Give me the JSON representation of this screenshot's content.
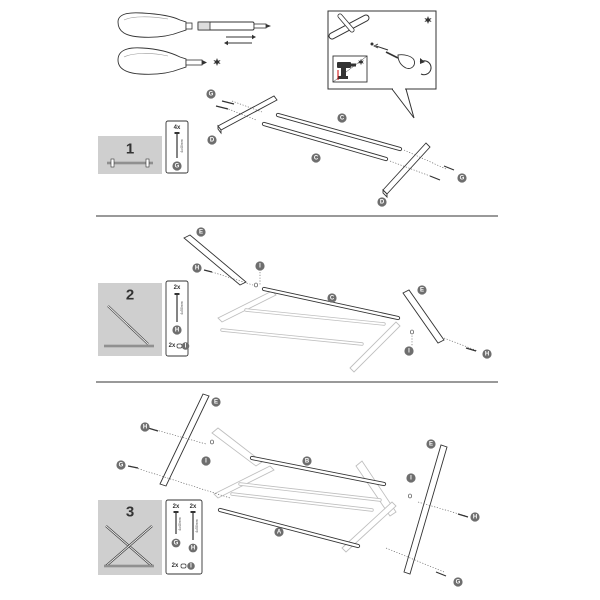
{
  "steps": [
    {
      "number": "1",
      "hardware": [
        {
          "qty": "4x",
          "code": "G",
          "size": "4x40mm"
        }
      ]
    },
    {
      "number": "2",
      "hardware": [
        {
          "qty": "2x",
          "code": "H",
          "size": "4x50mm"
        },
        {
          "qty": "2x",
          "code": "I"
        }
      ]
    },
    {
      "number": "3",
      "hardware": [
        {
          "qty": "2x",
          "code": "G",
          "size": "4x40mm"
        },
        {
          "qty": "2x",
          "code": "H",
          "size": "4x50mm"
        },
        {
          "qty": "2x",
          "code": "I"
        }
      ]
    }
  ],
  "part_labels": {
    "A": "A",
    "B": "B",
    "C": "C",
    "D": "D",
    "E": "E",
    "G": "G",
    "H": "H",
    "I": "I"
  },
  "icons": [
    "screwdriver-icon",
    "screw-bit-icon",
    "drill-icon",
    "rotate-icon",
    "warning-star-icon"
  ],
  "colors": {
    "line": "#333333",
    "badge": "#6e6e6e",
    "panel": "#cfcfcf",
    "ghost": "#bfbfbf"
  }
}
